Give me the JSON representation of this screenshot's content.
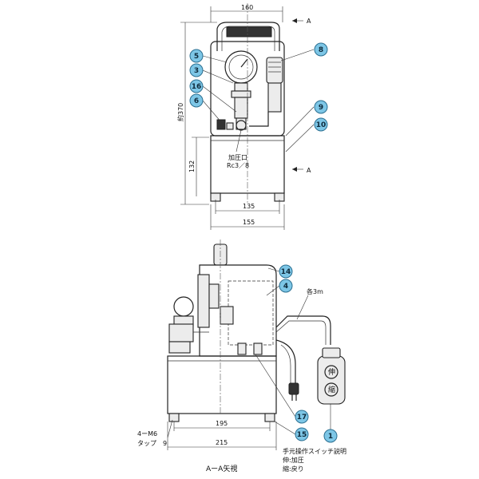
{
  "top_view": {
    "dim_width_top": "160",
    "dim_height_total": "約370",
    "dim_tank_height": "132",
    "dim_base_inner": "135",
    "dim_base_outer": "155",
    "section_mark_top": "A",
    "section_mark_bottom": "A",
    "port_label": "加圧口",
    "port_size": "Rc3／8",
    "callouts": [
      "5",
      "3",
      "16",
      "6",
      "8",
      "9",
      "10"
    ]
  },
  "bottom_view": {
    "dim_inner": "195",
    "dim_outer": "215",
    "bolt_label": "4ーM6",
    "tap_label": "タップ　9",
    "cable_label": "各3m",
    "view_title": "AーA矢視",
    "switch_desc_title": "手元操作スイッチ説明",
    "switch_desc_line1": "伸:加圧",
    "switch_desc_line2": "縮:戻り",
    "switch_btn_extend": "伸",
    "switch_btn_retract": "縮",
    "callouts": [
      "14",
      "4",
      "17",
      "15",
      "1"
    ]
  },
  "colors": {
    "callout_fill": "#7dc6e6",
    "callout_stroke": "#2b6f91"
  }
}
